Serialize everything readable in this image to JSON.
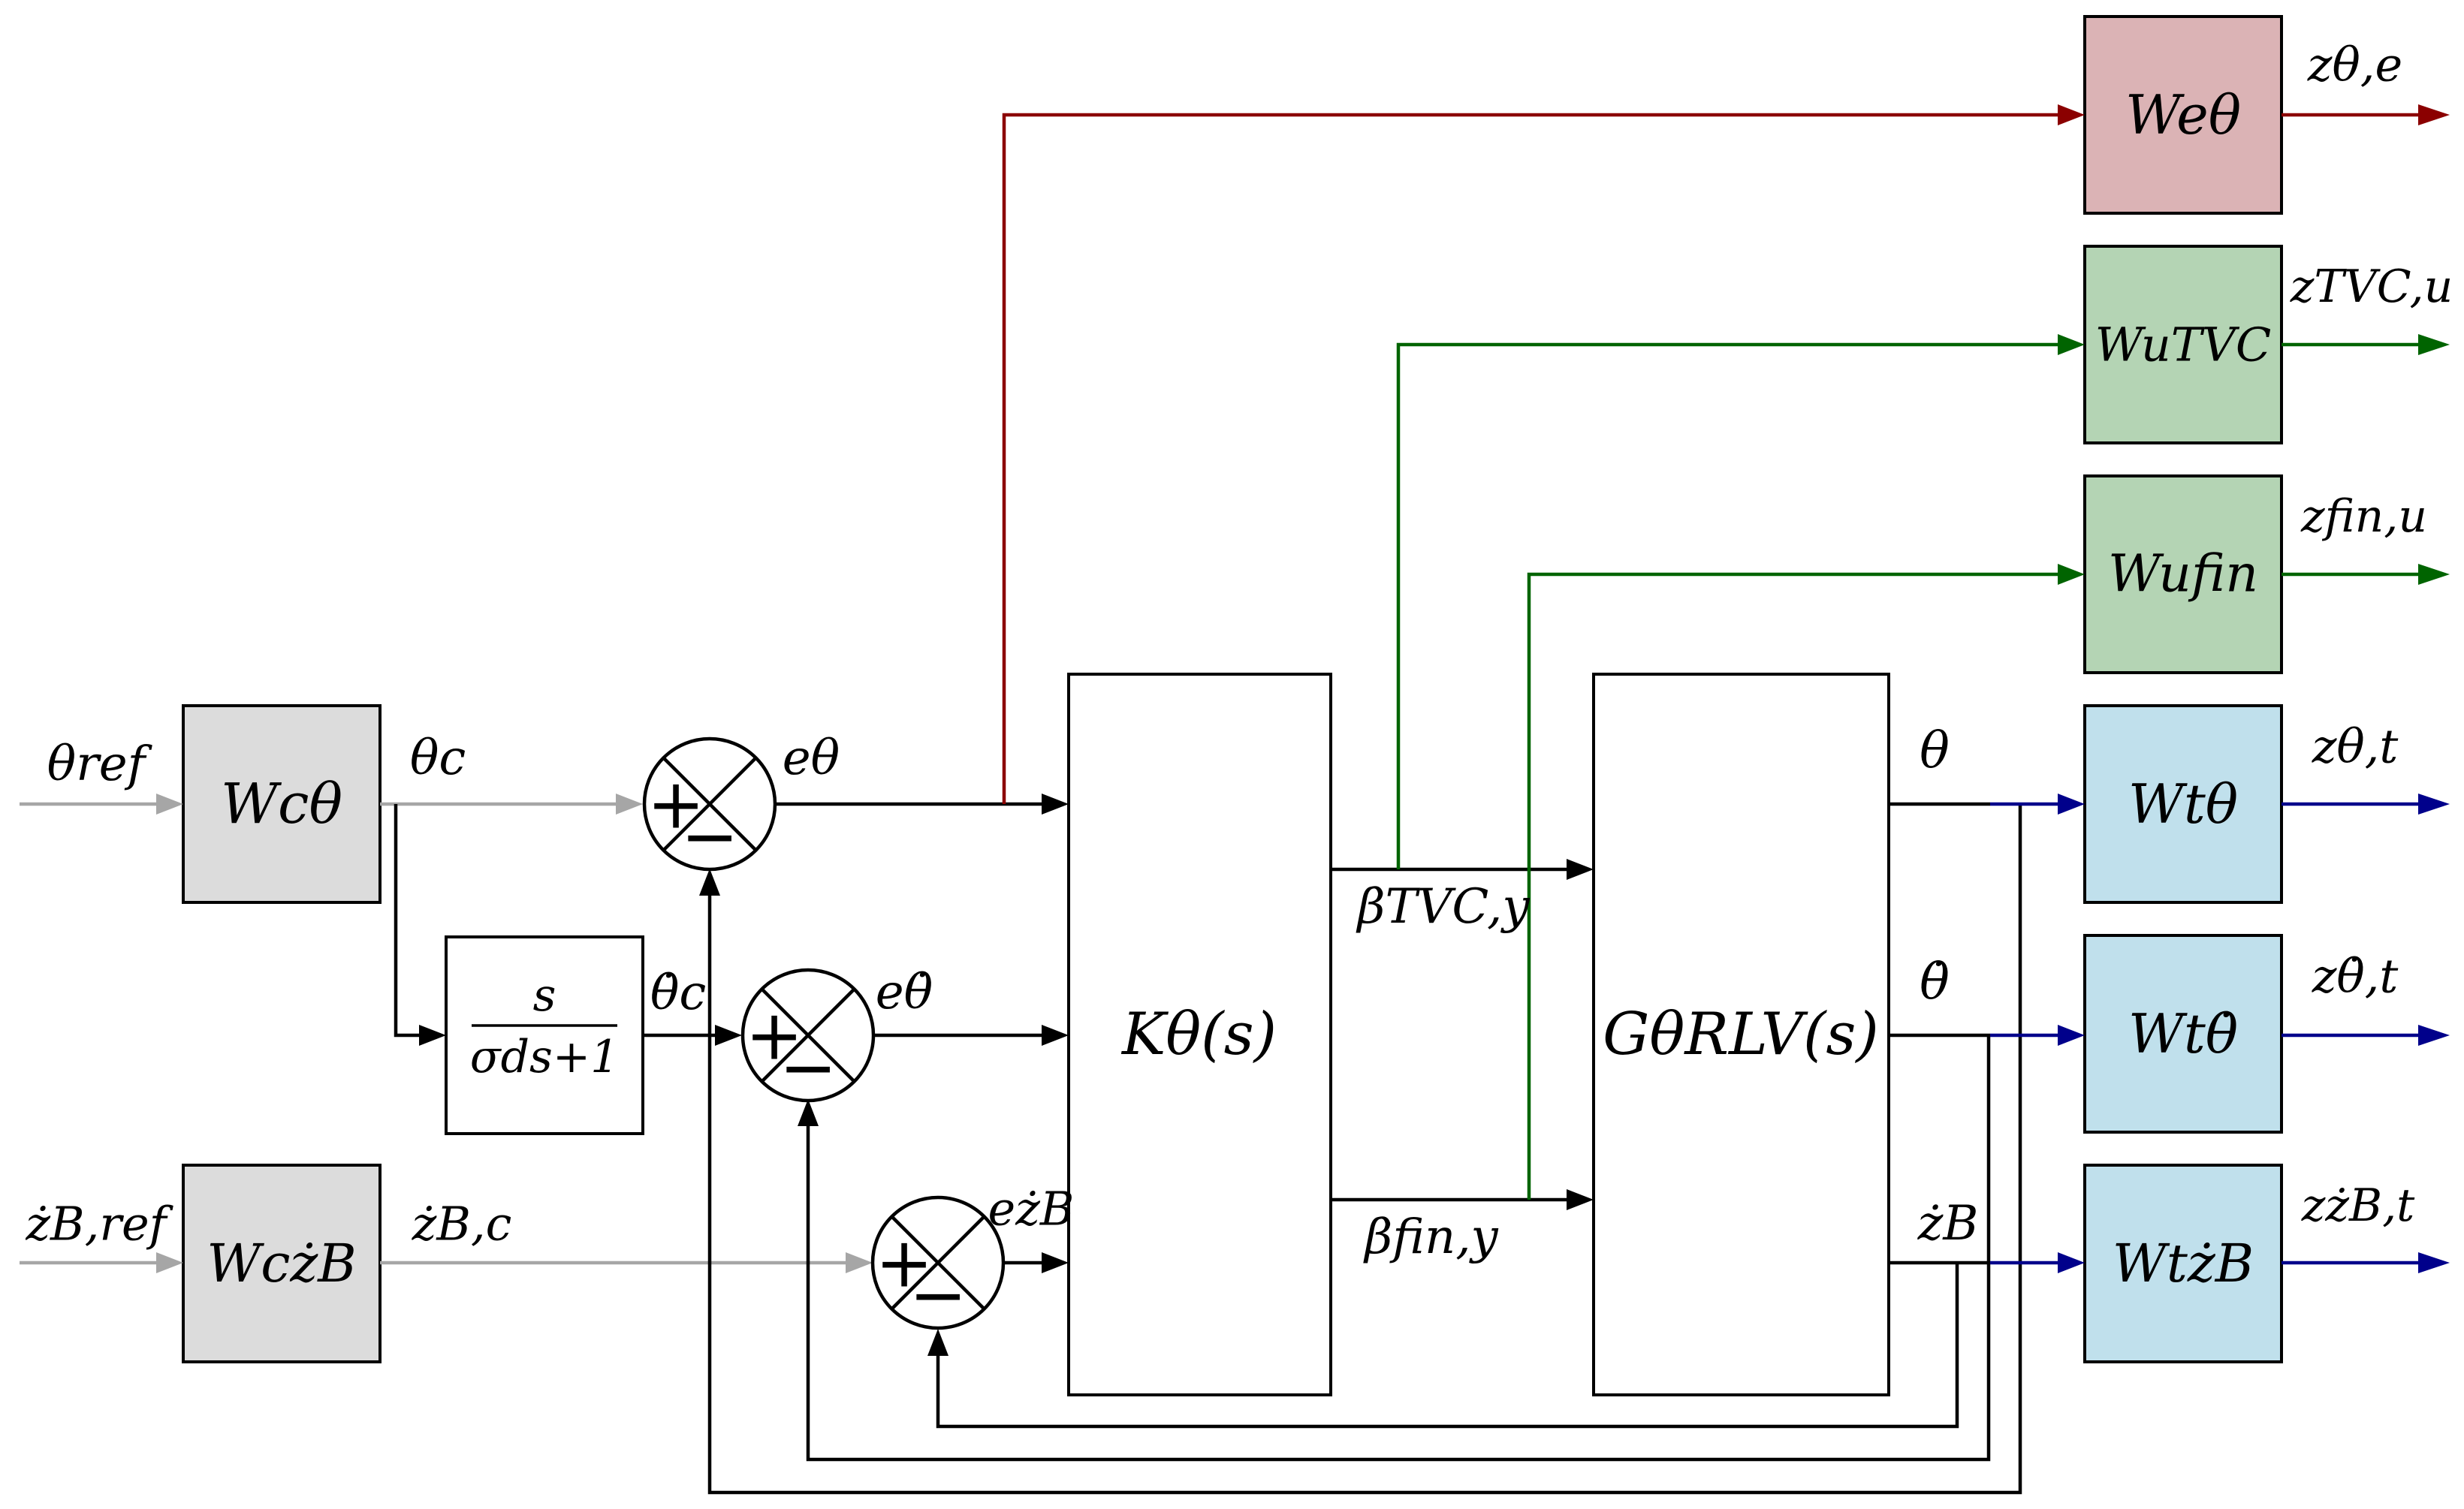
{
  "colors": {
    "error_path": "#8b0000",
    "control_path": "#006400",
    "tracking_path": "#00008b",
    "input_path": "#a6a6a6",
    "block_gray": "#dcdcdc",
    "block_red": "#dbb3b5",
    "block_green": "#b4d4b4",
    "block_blue": "#c0e0ec"
  },
  "inputs": {
    "theta_ref": "θref",
    "zdot_b_ref": "żB,ref"
  },
  "signals": {
    "theta_c": "θc",
    "thetadot_c": "θ̇c",
    "zdot_b_c": "żB,c",
    "e_theta": "eθ",
    "e_thetadot": "eθ̇",
    "e_zdot_b": "eżB",
    "beta_tvc": "βTVC,y",
    "beta_fin": "βfin,y",
    "theta": "θ",
    "thetadot": "θ̇",
    "zdot_b": "żB"
  },
  "blocks": {
    "wc_theta": "Wcθ",
    "wc_zdot": "WcżB",
    "filter_num": "s",
    "filter_den": "σds+1",
    "controller": "Kθ(s)",
    "plant": "GθRLV(s)",
    "we_theta": "Weθ",
    "wu_tvc": "WuTVC",
    "wu_fin": "Wufin",
    "wt_theta": "Wtθ",
    "wt_thetadot": "Wtθ̇",
    "wt_zdot": "WtżB"
  },
  "outputs": {
    "z_theta_e": "zθ,e",
    "z_tvc_u": "zTVC,u",
    "z_fin_u": "zfin,u",
    "z_theta_t": "zθ,t",
    "z_thetadot_t": "zθ̇,t",
    "z_zdot_b_t": "zżB,t"
  },
  "summing_junction_signs": {
    "plus": "+",
    "minus": "−"
  }
}
